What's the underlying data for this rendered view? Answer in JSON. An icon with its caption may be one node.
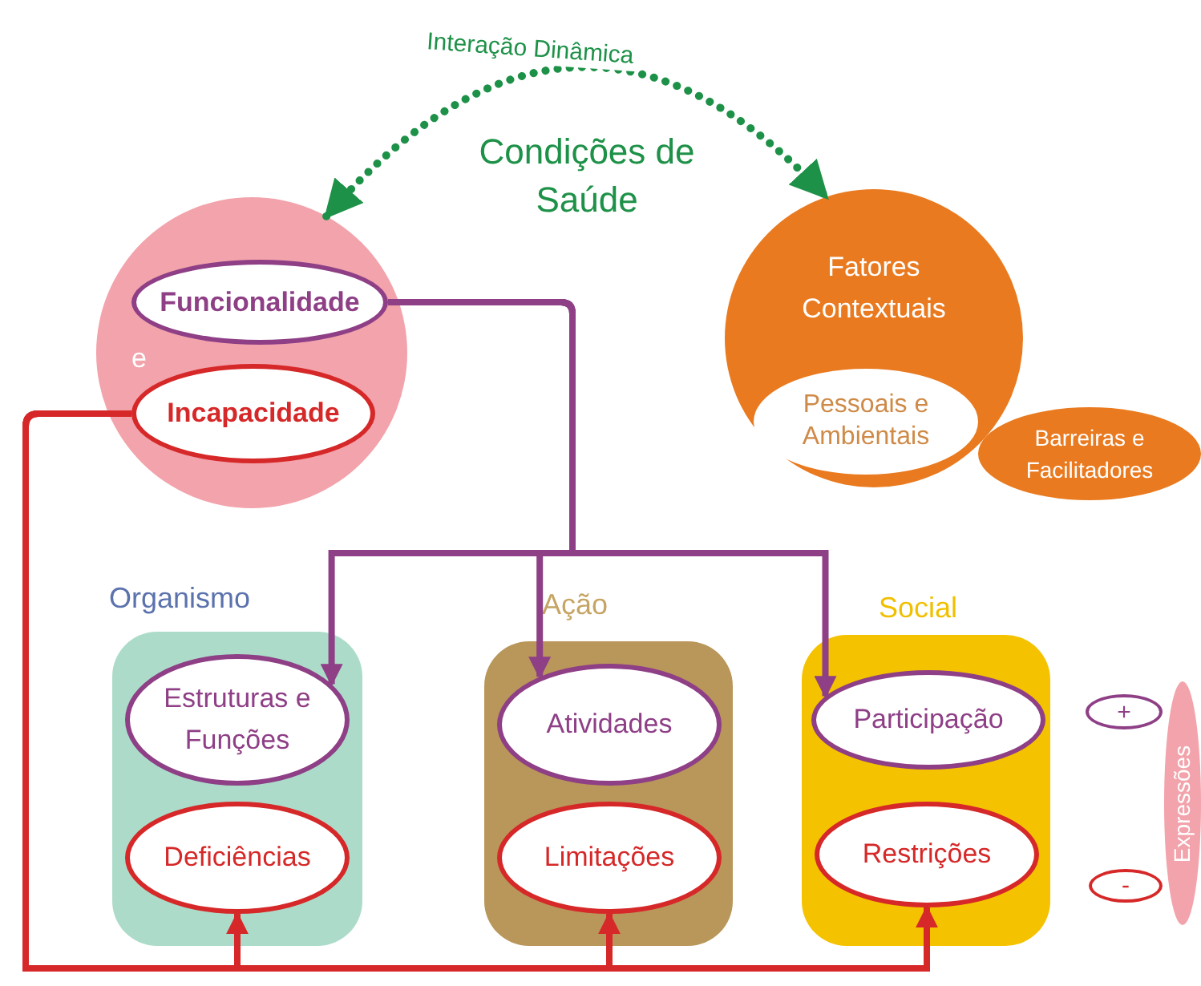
{
  "diagram": {
    "nodes": [
      {
        "text": [
          "e"
        ]
      },
      {
        "text": [
          "Funcionalidade"
        ],
        "in": 0
      },
      {
        "text": [
          "Incapacidade"
        ],
        "in": 0
      },
      {
        "text": [
          "Fatores Contextuais"
        ]
      },
      {
        "text": [
          "Pessoais e Ambientais"
        ],
        "in": 3
      },
      {
        "text": [
          "Barreiras e Facilitadores"
        ]
      },
      {
        "text": [
          "Organismo"
        ]
      },
      {
        "text": [
          "Estruturas e Funções"
        ],
        "in": 6
      },
      {
        "text": [
          "Deficiências"
        ],
        "in": 6
      },
      {
        "text": [
          "Ação"
        ]
      },
      {
        "text": [
          "Atividades"
        ],
        "in": 9
      },
      {
        "text": [
          "Limitações"
        ],
        "in": 9
      },
      {
        "text": [
          "Social"
        ]
      },
      {
        "text": [
          "Participação"
        ],
        "in": 12
      },
      {
        "text": [
          "Restrições"
        ],
        "in": 12
      },
      {
        "text": [
          "+"
        ]
      },
      {
        "text": [
          "-"
        ]
      },
      {
        "text": [
          "Expressões"
        ]
      }
    ],
    "edges": [
      {
        "from": 0,
        "to": 3,
        "arrow": "both",
        "label": "Interação Dinâmica",
        "style": "dashed",
        "color": "#1e9148"
      },
      {
        "from": 1,
        "to": 7,
        "arrow": "to",
        "color": "#8e3f86"
      },
      {
        "from": 1,
        "to": 10,
        "arrow": "to",
        "color": "#8e3f86"
      },
      {
        "from": 1,
        "to": 13,
        "arrow": "to",
        "color": "#8e3f86"
      },
      {
        "from": 2,
        "to": 8,
        "arrow": "to",
        "color": "#d62828"
      },
      {
        "from": 2,
        "to": 11,
        "arrow": "to",
        "color": "#d62828"
      },
      {
        "from": 2,
        "to": 14,
        "arrow": "to",
        "color": "#d62828"
      }
    ],
    "labels": [
      "Condições de Saúde"
    ]
  }
}
